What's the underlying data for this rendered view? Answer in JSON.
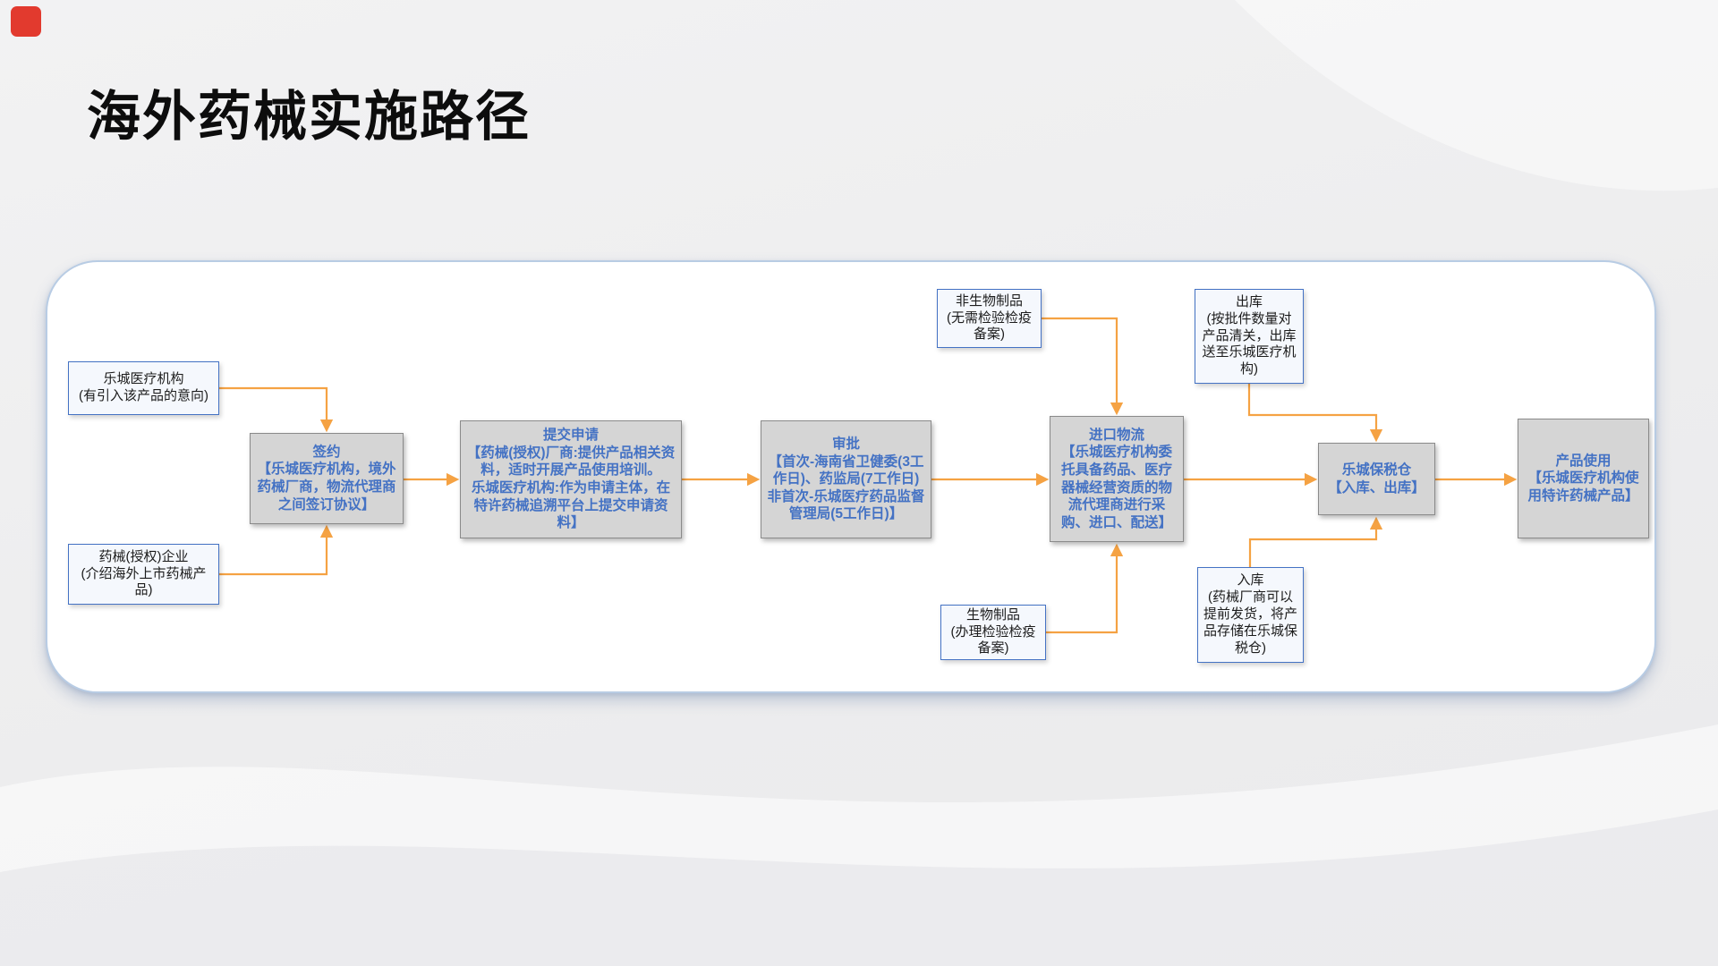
{
  "page": {
    "title": "海外药械实施路径"
  },
  "colors": {
    "logo_red": "#E23A2E",
    "arrow_orange": "#F5A243",
    "process_fill": "#D5D5D5",
    "process_border": "#8A8A8A",
    "process_text_blue": "#4472C4",
    "side_fill": "#F5F8FD",
    "side_border": "#4472C4",
    "container_border": "#B8CCE4"
  },
  "flowchart": {
    "nodes": {
      "lecheng_intent": {
        "title": "乐城医疗机构",
        "body": "(有引入该产品的意向)"
      },
      "authorized_enterprise": {
        "title": "药械(授权)企业",
        "body": "(介绍海外上市药械产品)"
      },
      "sign": {
        "title": "签约",
        "body": "【乐城医疗机构，境外药械厂商，物流代理商之间签订协议】"
      },
      "submit": {
        "title": "提交申请",
        "body": "【药械(授权)厂商:提供产品相关资料，适时开展产品使用培训。\n乐城医疗机构:作为申请主体，在特许药械追溯平台上提交申请资料】"
      },
      "approval": {
        "title": "审批",
        "body": "【首次-海南省卫健委(3工作日)、药监局(7工作日)\n非首次-乐城医疗药品监督管理局(5工作日)】"
      },
      "non_bio": {
        "title": "非生物制品",
        "body": "(无需检验检疫备案)"
      },
      "bio": {
        "title": "生物制品",
        "body": "(办理检验检疫备案)"
      },
      "import_logistics": {
        "title": "进口物流",
        "body": "【乐城医疗机构委托具备药品、医疗器械经营资质的物流代理商进行采购、进口、配送】"
      },
      "outbound": {
        "title": "出库",
        "body": "(按批件数量对产品清关，出库送至乐城医疗机构)"
      },
      "inbound": {
        "title": "入库",
        "body": "(药械厂商可以提前发货，将产品存储在乐城保税仓)"
      },
      "bonded_warehouse": {
        "title": "乐城保税仓",
        "body": "【入库、出库】"
      },
      "product_use": {
        "title": "产品使用",
        "body": "【乐城医疗机构使用特许药械产品】"
      }
    }
  }
}
